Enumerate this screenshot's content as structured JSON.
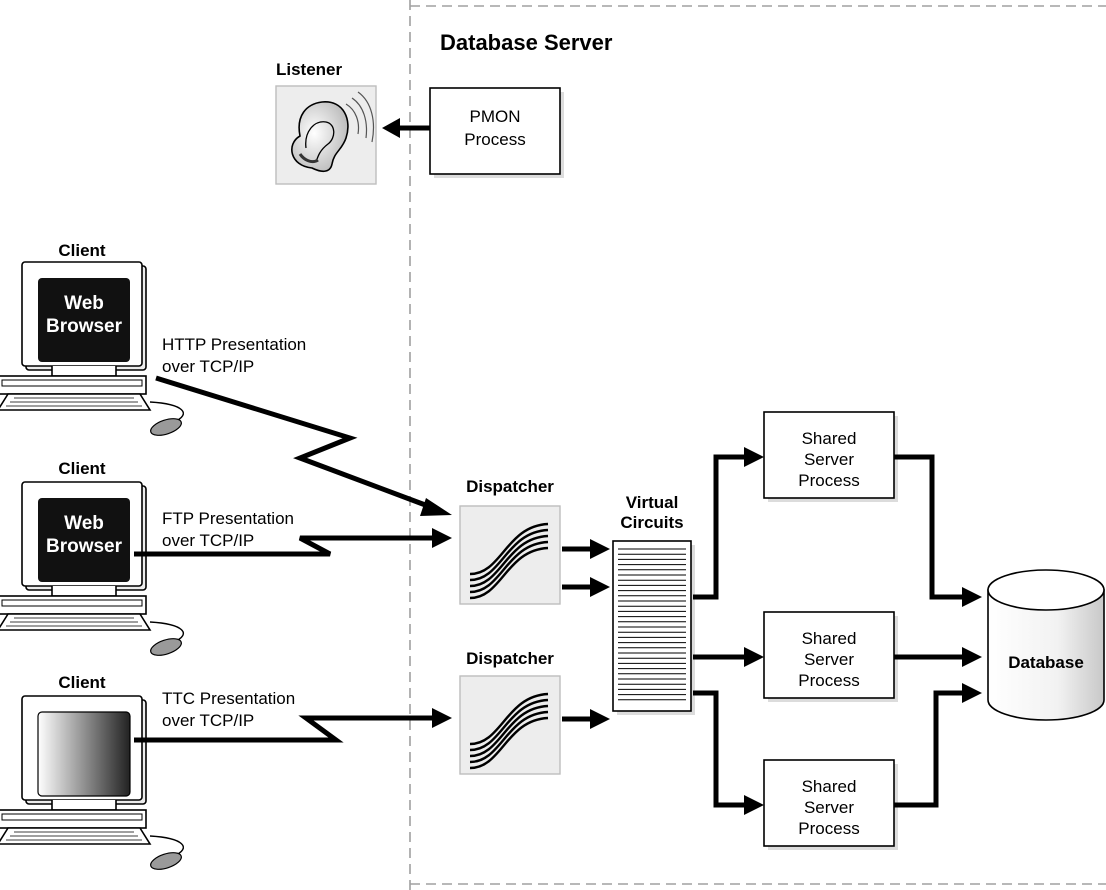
{
  "server": {
    "title": "Database Server"
  },
  "listener": {
    "label": "Listener",
    "icon": "ear-icon"
  },
  "pmon": {
    "line1": "PMON",
    "line2": "Process"
  },
  "clients": [
    {
      "label": "Client",
      "screen_line1": "Web",
      "screen_line2": "Browser",
      "conn_line1": "HTTP Presentation",
      "conn_line2": "over TCP/IP"
    },
    {
      "label": "Client",
      "screen_line1": "Web",
      "screen_line2": "Browser",
      "conn_line1": "FTP Presentation",
      "conn_line2": "over TCP/IP"
    },
    {
      "label": "Client",
      "screen_line1": "",
      "screen_line2": "",
      "conn_line1": "TTC Presentation",
      "conn_line2": "over TCP/IP"
    }
  ],
  "dispatchers": [
    {
      "label": "Dispatcher"
    },
    {
      "label": "Dispatcher"
    }
  ],
  "virtual_circuits": {
    "line1": "Virtual",
    "line2": "Circuits"
  },
  "shared_servers": [
    {
      "line1": "Shared",
      "line2": "Server",
      "line3": "Process"
    },
    {
      "line1": "Shared",
      "line2": "Server",
      "line3": "Process"
    },
    {
      "line1": "Shared",
      "line2": "Server",
      "line3": "Process"
    }
  ],
  "database": {
    "label": "Database",
    "icon": "database-cylinder-icon"
  },
  "colors": {
    "line": "#000000",
    "boundary": "#a0a0a0",
    "shadow": "#dcdcdc",
    "screen": "#111111"
  }
}
